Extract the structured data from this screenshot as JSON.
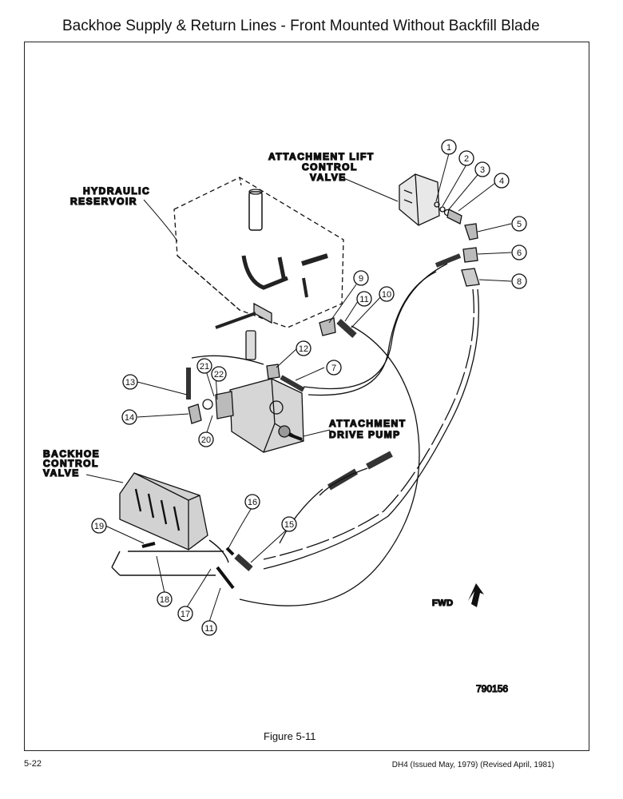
{
  "page": {
    "title": "Backhoe Supply & Return Lines - Front Mounted Without Backfill Blade",
    "figure_caption": "Figure 5-11",
    "page_number": "5-22",
    "footer_note": "DH4 (Issued May, 1979) (Revised April, 1981)",
    "drawing_number": "790156",
    "fwd_label": "FWD"
  },
  "labels": {
    "lift_valve": [
      "ATTACHMENT LIFT",
      "CONTROL",
      "VALVE"
    ],
    "reservoir": [
      "HYDRAULIC",
      "RESERVOIR"
    ],
    "pump": [
      "ATTACHMENT",
      "DRIVE PUMP"
    ],
    "backhoe_valve": [
      "BACKHOE",
      "CONTROL",
      "VALVE"
    ]
  },
  "callouts": [
    "1",
    "2",
    "3",
    "4",
    "5",
    "6",
    "8",
    "9",
    "11",
    "10",
    "12",
    "7",
    "21",
    "22",
    "13",
    "14",
    "20",
    "16",
    "15",
    "19",
    "18",
    "17",
    "11"
  ]
}
